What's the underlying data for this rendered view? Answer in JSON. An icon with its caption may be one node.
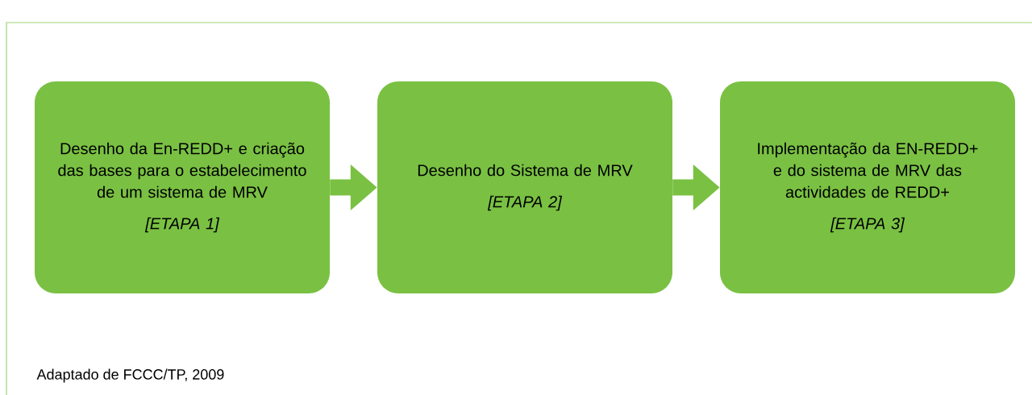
{
  "diagram": {
    "nodes": [
      {
        "text": [
          "Desenho da En-REDD+ e criação das bases para o estabelecimento de um sistema de MRV",
          "[ETAPA 1]"
        ]
      },
      {
        "text": [
          "Desenho do Sistema de MRV",
          "[ETAPA 2]"
        ]
      },
      {
        "text": [
          "Implementação da EN-REDD+ e do sistema de MRV das actividades de REDD+",
          "[ETAPA 3]"
        ]
      }
    ],
    "edges": [
      {
        "from": 0,
        "to": 1,
        "arrow": "to"
      },
      {
        "from": 1,
        "to": 2,
        "arrow": "to"
      }
    ],
    "labels": [
      "Adaptado de FCCC/TP, 2009"
    ]
  }
}
